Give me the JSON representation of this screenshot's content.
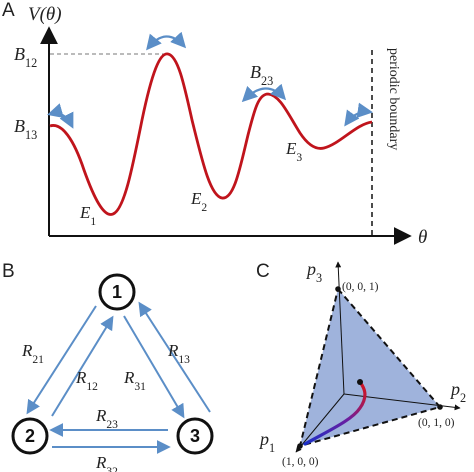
{
  "panel_a": {
    "letter": "A",
    "y_axis": "V(θ)",
    "x_axis": "θ",
    "levels": {
      "b12": "B12",
      "b13": "B13",
      "b23": "B23"
    },
    "minima": {
      "e1": "E1",
      "e2": "E2",
      "e3": "E3"
    },
    "boundary_label": "periodic boundary"
  },
  "panel_b": {
    "letter": "B",
    "nodes": [
      "1",
      "2",
      "3"
    ],
    "rates": {
      "r21": "R21",
      "r12": "R12",
      "r13": "R13",
      "r31": "R31",
      "r23": "R23",
      "r32": "R32"
    }
  },
  "panel_c": {
    "letter": "C",
    "axes": {
      "p1": "p1",
      "p2": "p2",
      "p3": "p3"
    },
    "vertices": {
      "v1": "(1, 0, 0)",
      "v2": "(0, 1, 0)",
      "v3": "(0, 0, 1)"
    }
  },
  "colors": {
    "curve": "#c0141c",
    "arrow": "#5b8ec7",
    "simplex_fill": "#8ea6d6",
    "trajectory_start": "#1a2fc8",
    "trajectory_end": "#d8141a"
  }
}
